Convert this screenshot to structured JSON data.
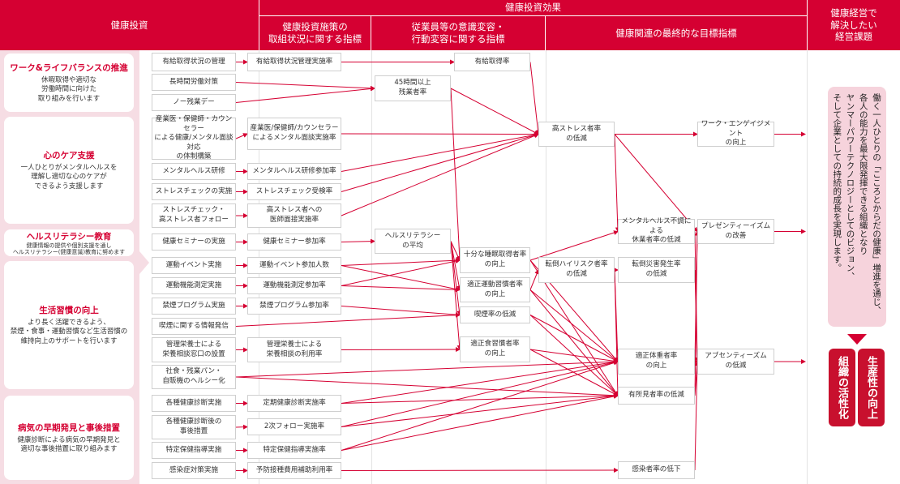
{
  "header": {
    "investment": "健康投資",
    "effect": "健康投資効果",
    "col_initiative": "健康投資施策の\n取組状況に関する指標",
    "col_behavior": "従業員等の意識変容・\n行動変容に関する指標",
    "col_final": "健康関連の最終的な目標指標",
    "col_issue": "健康経営で\n解決したい\n経営課題"
  },
  "categories": [
    {
      "id": "wlb",
      "title": "ワーク&ライフバランスの推進",
      "desc": "休暇取得や適切な\n労働時間に向けた\n取り組みを行います"
    },
    {
      "id": "mental",
      "title": "心のケア支援",
      "desc": "一人ひとりがメンタルヘルスを\n理解し適切な心のケアが\nできるよう支援します"
    },
    {
      "id": "literacy",
      "title": "ヘルスリテラシー教育",
      "desc": "健康情報の提供や個別支援を通し\nヘルスリテラシー(健康意識)教育に努めます"
    },
    {
      "id": "lifestyle",
      "title": "生活習慣の向上",
      "desc": "より長く活躍できるよう、\n禁煙・食事・運動習慣など生活習慣の\n維持向上のサポートを行います"
    },
    {
      "id": "disease",
      "title": "病気の早期発見と事後措置",
      "desc": "健康診断による病気の早期発見と\n適切な事後措置に取り組みます"
    }
  ],
  "nodes": {
    "a1": "有給取得状況の管理",
    "a2": "長時間労働対策",
    "a3": "ノー残業デー",
    "a4": "産業医・保健師・カウンセラー\nによる健康/メンタル面談対応\nの体制構築",
    "a5": "メンタルヘルス研修",
    "a6": "ストレスチェックの実施",
    "a7": "ストレスチェック・\n高ストレス者フォロー",
    "a8": "健康セミナーの実施",
    "a9": "運動イベント実施",
    "a10": "運動機能測定実施",
    "a11": "禁煙プログラム実施",
    "a12": "喫煙に関する情報発信",
    "a13": "管理栄養士による\n栄養相談窓口の設置",
    "a14": "社食・残業パン・\n自販機のヘルシー化",
    "a15": "各種健康診断実施",
    "a16": "各種健康診断後の\n事後措置",
    "a17": "特定保健指導実施",
    "a18": "感染症対策実施",
    "b1": "有給取得状況管理実施率",
    "b4": "産業医/保健師/カウンセラー\nによるメンタル面談実施率",
    "b5": "メンタルヘルス研修参加率",
    "b6": "ストレスチェック受検率",
    "b7": "高ストレス者への\n医師面接実施率",
    "b8": "健康セミナー参加率",
    "b9": "運動イベント参加人数",
    "b10": "運動機能測定参加率",
    "b11": "禁煙プログラム参加率",
    "b13": "管理栄養士による\n栄養相談の利用率",
    "b15": "定期健康診断実施率",
    "b16": "2次フォロー実施率",
    "b17": "特定保健指導実施率",
    "b18": "予防接種費用補助利用率",
    "c1": "有給取得率",
    "c2": "45時間以上\n残業者率",
    "c3": "ヘルスリテラシー\nの平均",
    "c4": "十分な睡眠取得者率\nの向上",
    "c5": "適正運動習慣者率\nの向上",
    "c6": "喫煙率の低減",
    "c7": "適正食習慣者率\nの向上",
    "d1": "高ストレス者率\nの低減",
    "d2": "転倒ハイリスク者率\nの低減",
    "e1": "メンタルヘルス不調による\n休業者率の低減",
    "e2": "転倒災害発生率\nの低減",
    "e3": "適正体重者率\nの向上",
    "e4": "有所見者率の低減",
    "e5": "感染者率の低下",
    "f1": "ワーク・エンゲイジメント\nの向上",
    "f2": "プレゼンティーイズム\nの改善",
    "f3": "アブセンティーズム\nの低減"
  },
  "edges": [
    [
      "a1",
      "b1"
    ],
    [
      "a4",
      "b4"
    ],
    [
      "a5",
      "b5"
    ],
    [
      "a6",
      "b6"
    ],
    [
      "a7",
      "b7"
    ],
    [
      "a8",
      "b8"
    ],
    [
      "a9",
      "b9"
    ],
    [
      "a10",
      "b10"
    ],
    [
      "a11",
      "b11"
    ],
    [
      "a13",
      "b13"
    ],
    [
      "a15",
      "b15"
    ],
    [
      "a16",
      "b16"
    ],
    [
      "a17",
      "b17"
    ],
    [
      "a18",
      "b18"
    ],
    [
      "b1",
      "c1"
    ],
    [
      "a2",
      "c2"
    ],
    [
      "a3",
      "c2"
    ],
    [
      "c1",
      "d1"
    ],
    [
      "c2",
      "d1"
    ],
    [
      "c2",
      "c4"
    ],
    [
      "b4",
      "d1"
    ],
    [
      "b5",
      "d1"
    ],
    [
      "b6",
      "d1"
    ],
    [
      "b7",
      "d1"
    ],
    [
      "b8",
      "c3"
    ],
    [
      "c3",
      "c4"
    ],
    [
      "c3",
      "c5"
    ],
    [
      "c3",
      "c6"
    ],
    [
      "c3",
      "c7"
    ],
    [
      "b9",
      "c4"
    ],
    [
      "b9",
      "c5"
    ],
    [
      "b10",
      "c4"
    ],
    [
      "b10",
      "c5"
    ],
    [
      "b11",
      "c6"
    ],
    [
      "a12",
      "c6"
    ],
    [
      "b13",
      "c7"
    ],
    [
      "a14",
      "e3"
    ],
    [
      "a14",
      "e4"
    ],
    [
      "b15",
      "e3"
    ],
    [
      "b15",
      "e4"
    ],
    [
      "b16",
      "e3"
    ],
    [
      "b16",
      "e4"
    ],
    [
      "b17",
      "e3"
    ],
    [
      "b17",
      "e4"
    ],
    [
      "b18",
      "e5"
    ],
    [
      "d1",
      "f1"
    ],
    [
      "d1",
      "e1"
    ],
    [
      "d1",
      "f2"
    ],
    [
      "c4",
      "e1"
    ],
    [
      "c4",
      "e3"
    ],
    [
      "c4",
      "e4"
    ],
    [
      "c5",
      "d2"
    ],
    [
      "c5",
      "e3"
    ],
    [
      "c5",
      "e4"
    ],
    [
      "c6",
      "e3"
    ],
    [
      "c6",
      "e4"
    ],
    [
      "c7",
      "e3"
    ],
    [
      "c7",
      "e4"
    ],
    [
      "d2",
      "e2"
    ],
    [
      "d2",
      "e3"
    ],
    [
      "d2",
      "e4"
    ],
    [
      "e1",
      "f3"
    ],
    [
      "e2",
      "f3"
    ],
    [
      "e3",
      "f3"
    ],
    [
      "e3",
      "f2"
    ],
    [
      "e4",
      "f3"
    ],
    [
      "e4",
      "f2"
    ],
    [
      "e5",
      "f3"
    ],
    [
      "f1",
      "out"
    ],
    [
      "f2",
      "out"
    ],
    [
      "f3",
      "out"
    ]
  ],
  "vision": "働く一人ひとりの「こころとからだの健康」増進を通じ、\n各人の能力を最大限発揮できる組織となり\nヤンマーパワーテクノロジーとしてのビジョン、\nそして企業としての持続的成長を実現します。",
  "goals": {
    "productivity": "生産性の向上",
    "organization": "組織の活性化"
  },
  "colors": {
    "accent": "#d50032",
    "panel": "#f6dde4"
  }
}
